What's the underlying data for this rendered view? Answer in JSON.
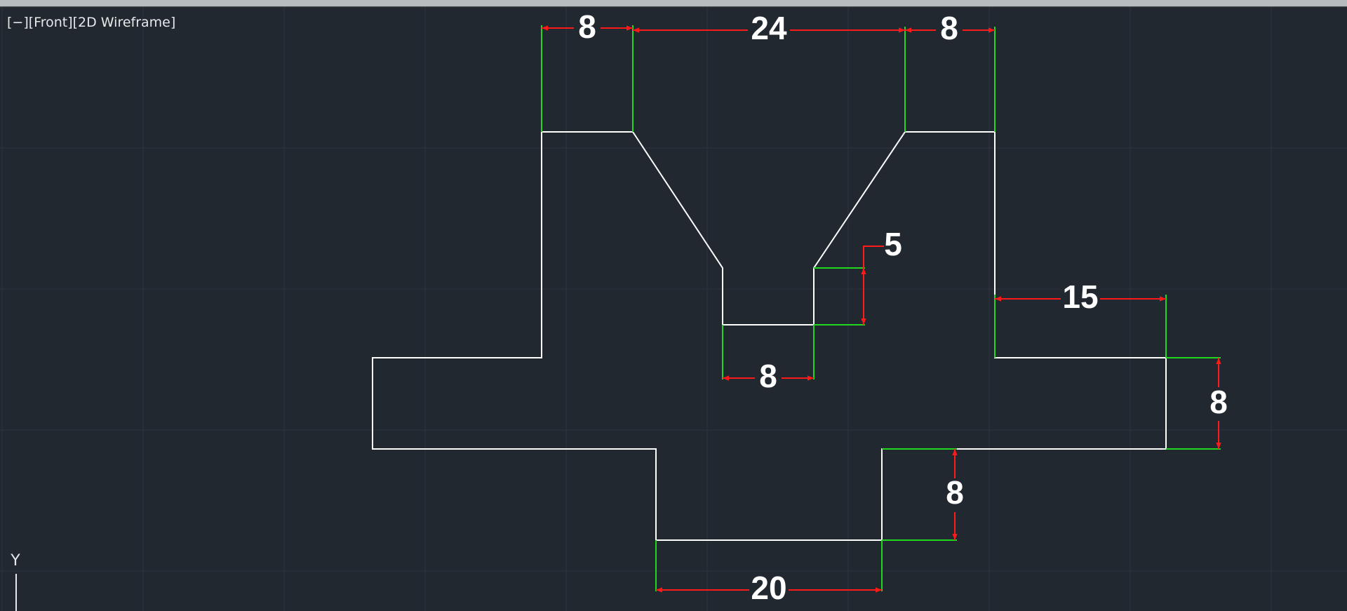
{
  "viewport": {
    "label": "[−][Front][2D Wireframe]",
    "background": "#212830",
    "grid_color": "#2d343e",
    "object_color": "#ffffff",
    "extension_color": "#22d81e",
    "dimension_color": "#ff1a1a"
  },
  "ucs": {
    "y_label": "Y"
  },
  "dimensions": {
    "top_left_width": "8",
    "top_gap_width": "24",
    "top_right_width": "8",
    "notch_depth": "5",
    "right_arm_length": "15",
    "notch_bottom_width": "8",
    "right_arm_height": "8",
    "bottom_step_height": "8",
    "bottom_foot_width": "20"
  }
}
